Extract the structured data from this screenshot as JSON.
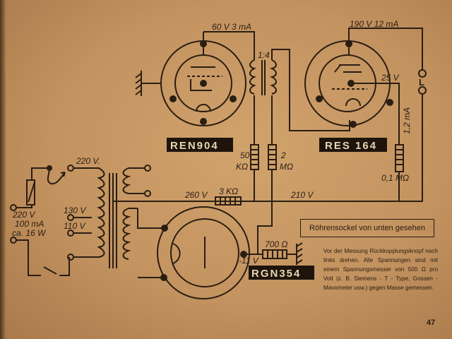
{
  "tubes": {
    "ren904": "REN904",
    "res164": "RES 164",
    "rgn354": "RGN354"
  },
  "labels": {
    "ren904_supply": "60 V 3 mA",
    "res164_supply": "190 V 12 mA",
    "transformer_ratio": "1:4",
    "grid_bias": "25 V",
    "current": "1,2 mA",
    "r1": "50",
    "r1_unit": "KΩ",
    "r2": "2",
    "r2_unit": "MΩ",
    "r3": "0,1 MΩ",
    "line_260": "260 V",
    "r_3k": "3 KΩ",
    "line_210": "210 V",
    "tap_220": "220 V.",
    "tap_130": "130 V",
    "tap_110": "110 V",
    "lamp_rating": [
      "220 V",
      "100 mA",
      "ca. 16 W"
    ],
    "r_700": "700 Ω",
    "bias_neg": "-11 V",
    "speaker": "L"
  },
  "caption": "Röhrensockel von unten gesehen",
  "note": "Vor der Messung Rückkopplungsknopf nach links drehen. Alle Spannungen sind mit einem Spannungsmesser von 500 Ω pro Volt (z. B. Siemens - T - Type, Gossen - Mavometer usw.) gegen Masse gemessen.",
  "page_number": "47"
}
